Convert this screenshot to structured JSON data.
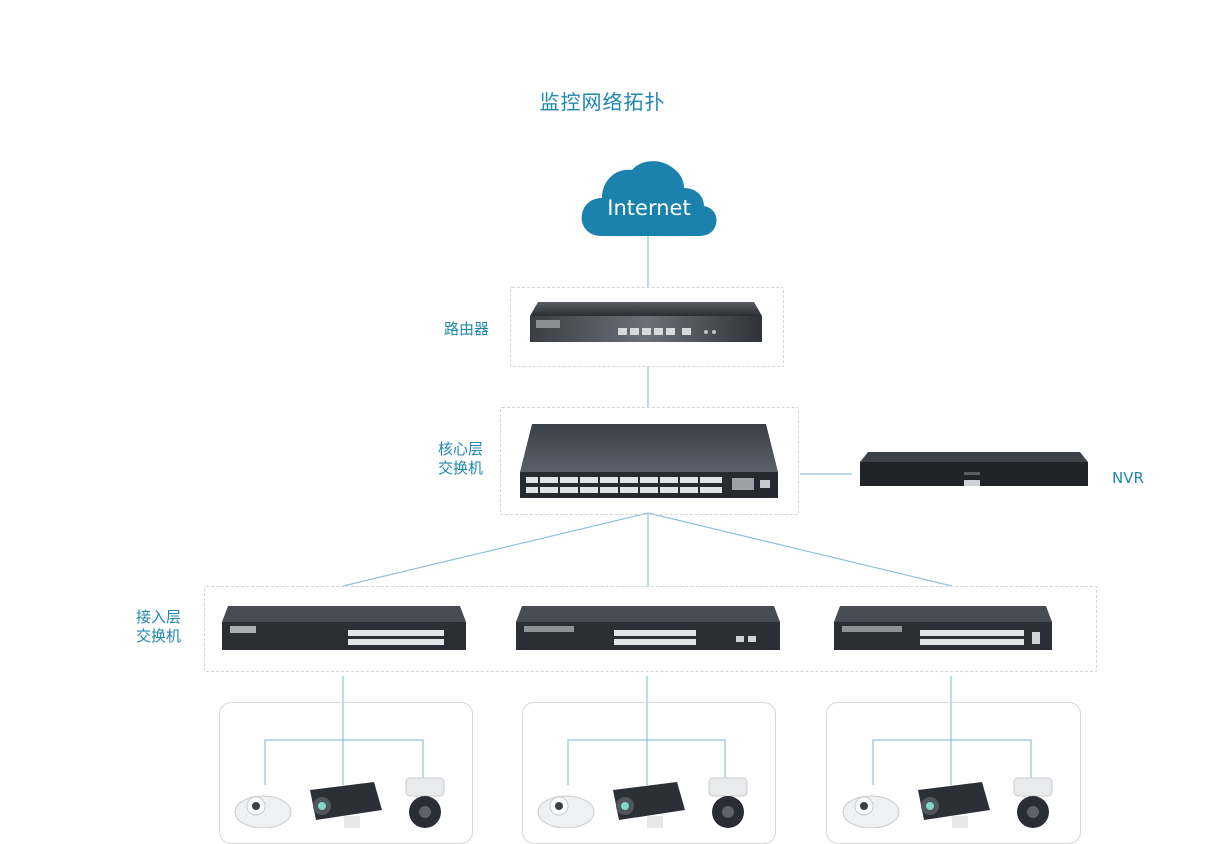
{
  "title": "监控网络拓扑",
  "internet": {
    "label": "Internet"
  },
  "router": {
    "label": "路由器"
  },
  "core_switch": {
    "label_line1": "核心层",
    "label_line2": "交换机"
  },
  "nvr": {
    "label": "NVR"
  },
  "access_switch": {
    "label_line1": "接入层",
    "label_line2": "交换机"
  },
  "camera_groups": [
    {
      "cameras": [
        "dome-camera",
        "bullet-camera",
        "ptz-camera"
      ]
    },
    {
      "cameras": [
        "dome-camera",
        "bullet-camera",
        "ptz-camera"
      ]
    },
    {
      "cameras": [
        "dome-camera",
        "bullet-camera",
        "ptz-camera"
      ]
    }
  ],
  "colors": {
    "accent": "#1f86ad",
    "cloud": "#1a82ad",
    "line": "#8fc3d8",
    "device": "#2b2f35"
  }
}
